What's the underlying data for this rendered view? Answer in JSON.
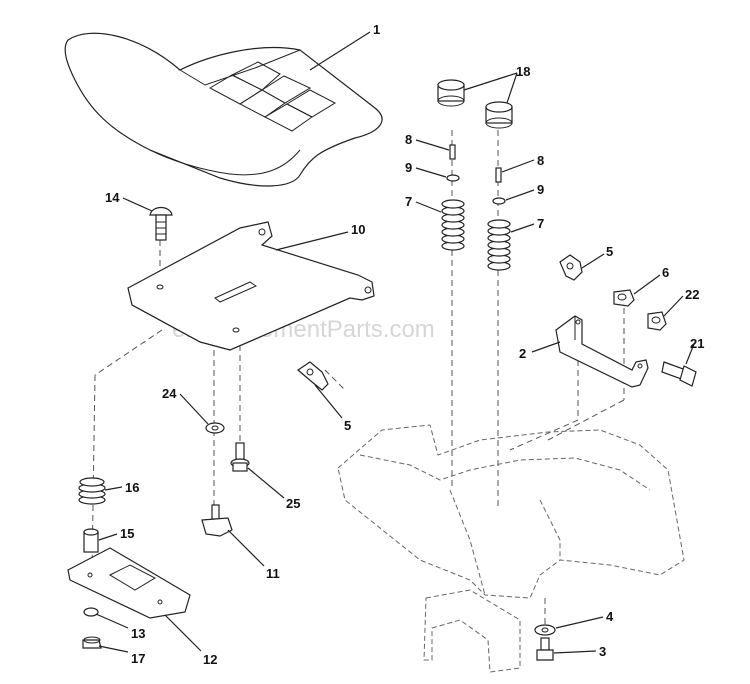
{
  "watermark": "eReplacementParts.com",
  "callouts": {
    "c1": "1",
    "c2": "2",
    "c3": "3",
    "c4": "4",
    "c5a": "5",
    "c5b": "5",
    "c6": "6",
    "c7a": "7",
    "c7b": "7",
    "c8a": "8",
    "c8b": "8",
    "c9a": "9",
    "c9b": "9",
    "c10": "10",
    "c11": "11",
    "c12": "12",
    "c13": "13",
    "c14": "14",
    "c15": "15",
    "c16": "16",
    "c17": "17",
    "c18": "18",
    "c21": "21",
    "c22": "22",
    "c24": "24",
    "c25": "25"
  }
}
